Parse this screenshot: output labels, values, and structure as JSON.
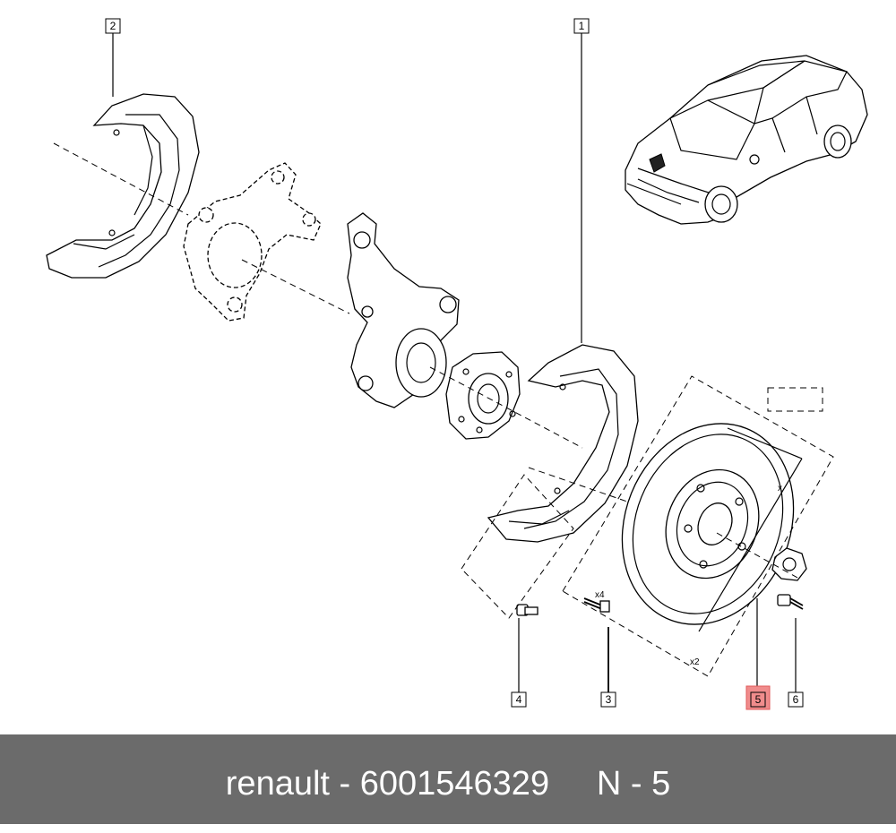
{
  "diagram": {
    "callouts": [
      {
        "label": "1",
        "highlight": false
      },
      {
        "label": "2",
        "highlight": false
      },
      {
        "label": "3",
        "highlight": false
      },
      {
        "label": "4",
        "highlight": false
      },
      {
        "label": "5",
        "highlight": true
      },
      {
        "label": "6",
        "highlight": false
      }
    ],
    "quantity_marks": [
      "x4",
      "x2"
    ],
    "highlight_color": "#f08c8c",
    "icons": [
      "car-icon",
      "brake-disc-icon",
      "hub-icon",
      "steering-knuckle-icon",
      "dust-shield-icon",
      "bolt-icon",
      "nut-icon"
    ]
  },
  "footer": {
    "text": "renault - 6001546329     N - 5",
    "background": "#6b6b6b"
  }
}
